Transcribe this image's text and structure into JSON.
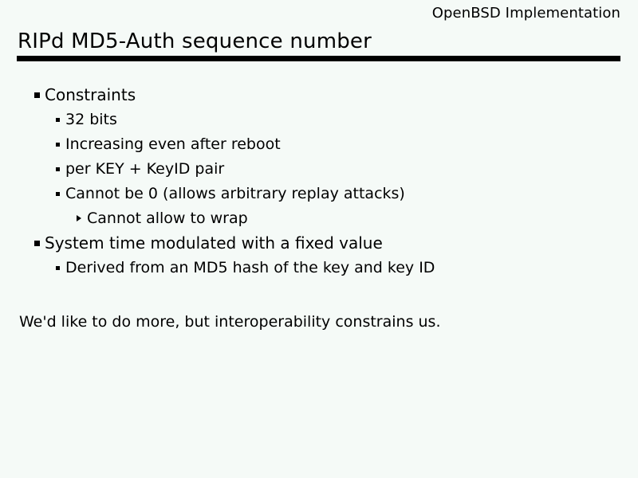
{
  "slide": {
    "header": "OpenBSD Implementation",
    "title": "RIPd MD5-Auth sequence number",
    "bullets": [
      {
        "level": 1,
        "text": "Constraints"
      },
      {
        "level": 2,
        "text": "32 bits"
      },
      {
        "level": 2,
        "text": "Increasing even after reboot"
      },
      {
        "level": 2,
        "text": "per KEY + KeyID pair"
      },
      {
        "level": 2,
        "text": "Cannot be 0 (allows arbitrary replay attacks)"
      },
      {
        "level": 3,
        "text": "Cannot allow to wrap"
      },
      {
        "level": 1,
        "text": "System time modulated with a fixed value"
      },
      {
        "level": 2,
        "text": "Derived from an MD5 hash of the key and key ID"
      }
    ],
    "closing": "We'd like to do more, but interoperability constrains us.",
    "colors": {
      "background": "#f5faf7",
      "text": "#000000",
      "rule": "#000000"
    }
  }
}
